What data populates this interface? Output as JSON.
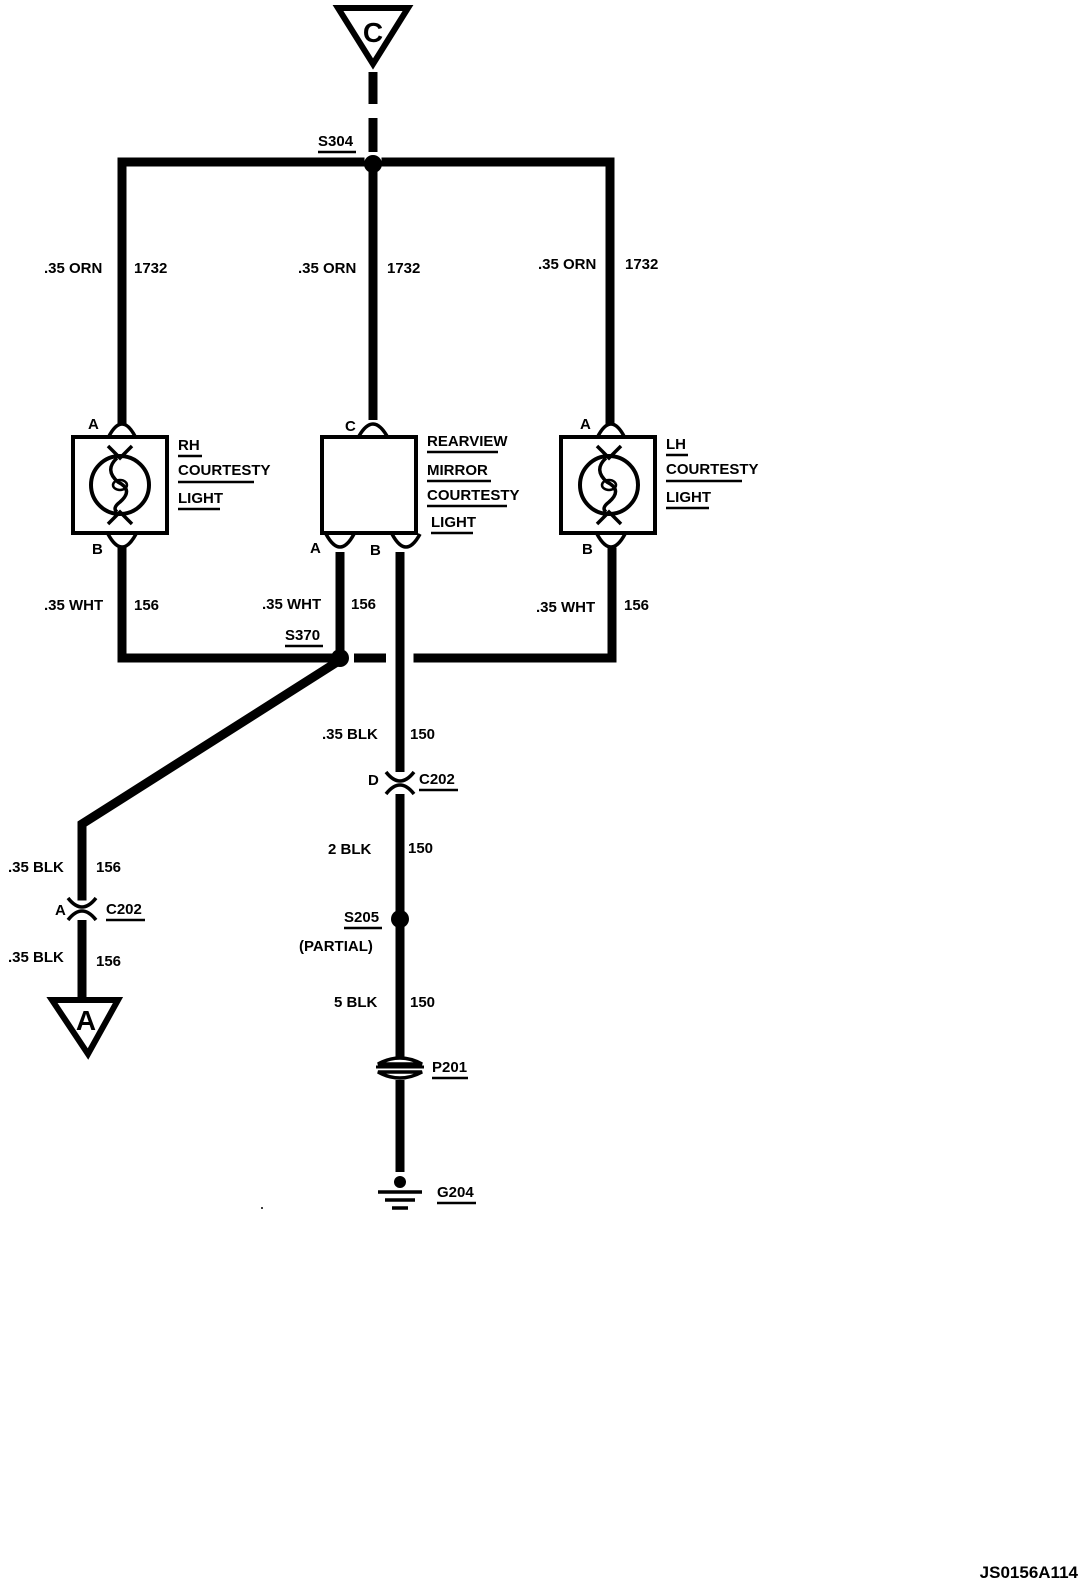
{
  "connector_top": {
    "letter": "C"
  },
  "connector_bottom": {
    "letter": "A"
  },
  "splices": {
    "s304": "S304",
    "s370": "S370",
    "s205": "S205",
    "s205_note": "(PARTIAL)"
  },
  "wires": {
    "rh_top": {
      "gauge": ".35 ORN",
      "circuit": "1732"
    },
    "mid_top": {
      "gauge": ".35 ORN",
      "circuit": "1732"
    },
    "lh_top": {
      "gauge": ".35 ORN",
      "circuit": "1732"
    },
    "rh_bottom": {
      "gauge": ".35 WHT",
      "circuit": "156"
    },
    "mid_bottom": {
      "gauge": ".35 WHT",
      "circuit": "156"
    },
    "lh_bottom": {
      "gauge": ".35 WHT",
      "circuit": "156"
    },
    "ground_1": {
      "gauge": ".35 BLK",
      "circuit": "150"
    },
    "ground_2": {
      "gauge": "2 BLK",
      "circuit": "150"
    },
    "ground_3": {
      "gauge": "5 BLK",
      "circuit": "150"
    },
    "left_1": {
      "gauge": ".35 BLK",
      "circuit": "156"
    },
    "left_2": {
      "gauge": ".35 BLK",
      "circuit": "156"
    }
  },
  "components": {
    "rh_light": {
      "line1": "RH",
      "line2": "COURTESTY",
      "line3": "LIGHT"
    },
    "mirror_light": {
      "line1": "REARVIEW",
      "line2": "MIRROR",
      "line3": "COURTESTY",
      "line4": "LIGHT"
    },
    "lh_light": {
      "line1": "LH",
      "line2": "COURTESTY",
      "line3": "LIGHT"
    }
  },
  "pins": {
    "rh_a": "A",
    "rh_b": "B",
    "mirror_c": "C",
    "mirror_a": "A",
    "mirror_b": "B",
    "lh_a": "A",
    "lh_b": "B"
  },
  "connectors": {
    "c202_d": {
      "pin": "D",
      "name": "C202"
    },
    "c202_a": {
      "pin": "A",
      "name": "C202"
    }
  },
  "p201": "P201",
  "g204": "G204",
  "figure_code": "JS0156A114"
}
